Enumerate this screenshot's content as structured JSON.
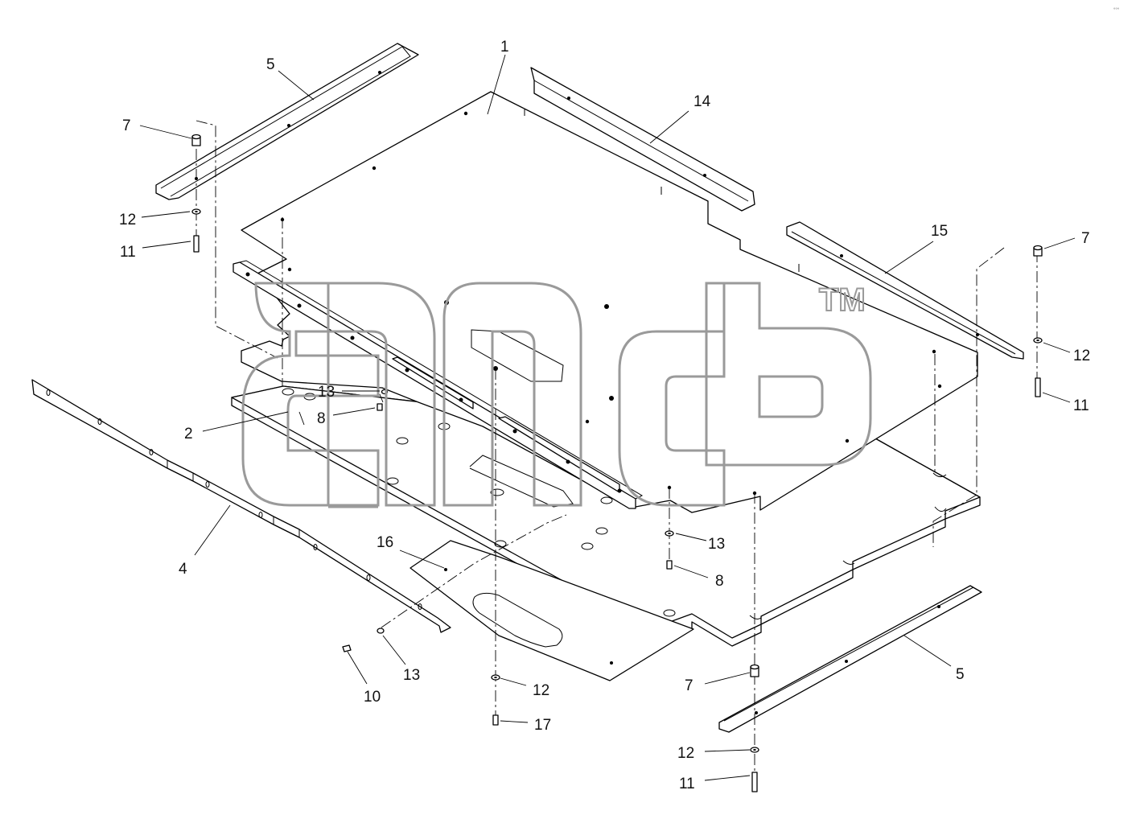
{
  "diagram": {
    "watermark": {
      "letters": "",
      "trademark": "TM"
    },
    "corner_mark": "°°°",
    "callouts": [
      {
        "id": "c1",
        "text": "1"
      },
      {
        "id": "c2",
        "text": "2"
      },
      {
        "id": "c4",
        "text": "4"
      },
      {
        "id": "c5a",
        "text": "5"
      },
      {
        "id": "c5b",
        "text": "5"
      },
      {
        "id": "c7a",
        "text": "7"
      },
      {
        "id": "c7b",
        "text": "7"
      },
      {
        "id": "c7c",
        "text": "7"
      },
      {
        "id": "c8a",
        "text": "8"
      },
      {
        "id": "c8b",
        "text": "8"
      },
      {
        "id": "c10",
        "text": "10"
      },
      {
        "id": "c11a",
        "text": "11"
      },
      {
        "id": "c11b",
        "text": "11"
      },
      {
        "id": "c11c",
        "text": "11"
      },
      {
        "id": "c12a",
        "text": "12"
      },
      {
        "id": "c12b",
        "text": "12"
      },
      {
        "id": "c12c",
        "text": "12"
      },
      {
        "id": "c12d",
        "text": "12"
      },
      {
        "id": "c13a",
        "text": "13"
      },
      {
        "id": "c13b",
        "text": "13"
      },
      {
        "id": "c13c",
        "text": "13"
      },
      {
        "id": "c14",
        "text": "14"
      },
      {
        "id": "c15",
        "text": "15"
      },
      {
        "id": "c16",
        "text": "16"
      },
      {
        "id": "c17",
        "text": "17"
      }
    ]
  }
}
